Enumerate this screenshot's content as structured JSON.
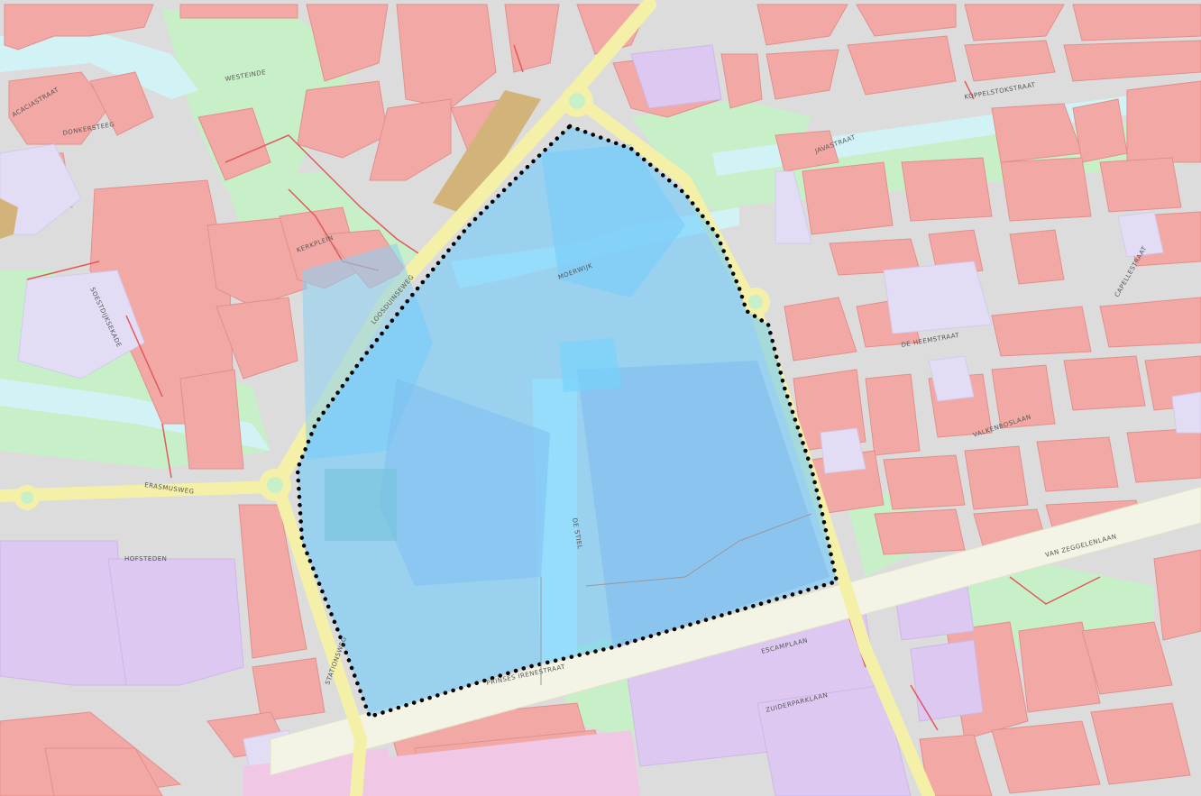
{
  "map": {
    "colors": {
      "background": "#dcdcdc",
      "residential_block": "#f2a9a6",
      "residential_block_outline": "#e28f8c",
      "commercial_block": "#dcc8f0",
      "institutional_block": "#e3dcf5",
      "industrial_block": "#f0c8e6",
      "green_space": "#c8f0c8",
      "water": "#d2f3f6",
      "main_road": "#f5f0a8",
      "railway_band": "#f3f3e6",
      "brown_block": "#d2b47a",
      "footpath": "#e05a5a",
      "overlay_fill": "#64c8ff",
      "overlay_outline": "#000000"
    },
    "overlay": {
      "shape": "polygon",
      "style": "dotted-outline",
      "opacity": 0.55
    },
    "street_labels": [
      "VAN ZEGGELENLAAN",
      "ERASMUSWEG",
      "HOFSTEDEN",
      "STATIONSWEG",
      "PRINSES IRENESTRAAT",
      "DE STIEL",
      "ESCAMPLAAN",
      "JAVASTRAAT",
      "MOERWIJK",
      "KOPPELSTOKSTRAAT",
      "LOOSDUINSEWEG",
      "DE HEEMSTRAAT",
      "ZUIDERPARKLAAN",
      "CAPELLESTRAAT",
      "WESTEINDE",
      "SOESTDIJKSEKADE",
      "VALKENBOSLAAN",
      "ACACIASTRAAT",
      "DONKERSTEEG",
      "KERKPLEIN"
    ]
  }
}
